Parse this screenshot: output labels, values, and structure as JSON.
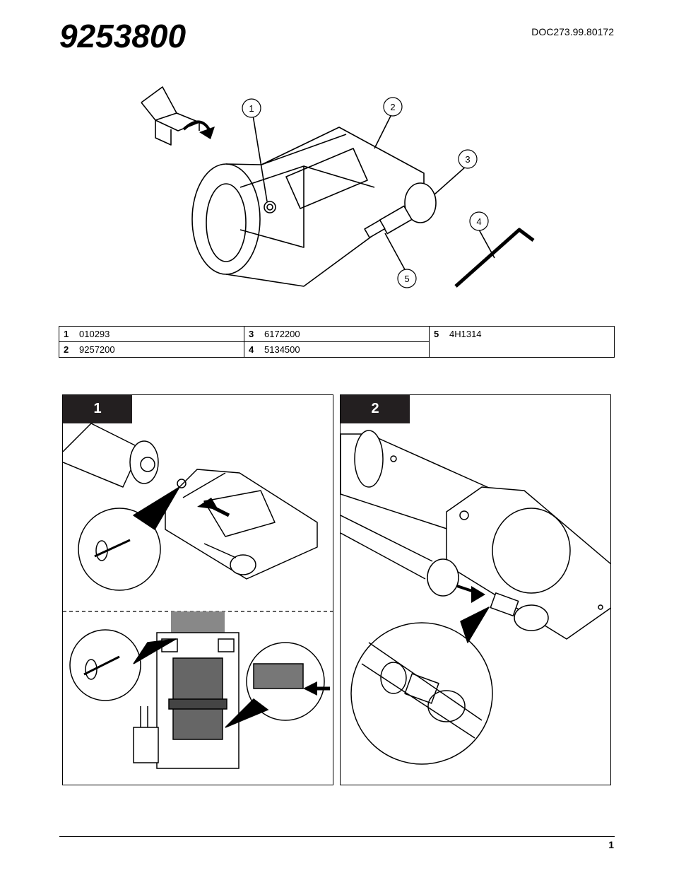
{
  "document": {
    "title": "9253800",
    "doc_number": "DOC273.99.80172",
    "page_number": "1"
  },
  "callouts": [
    "1",
    "2",
    "3",
    "4",
    "5"
  ],
  "parts_table": {
    "rows": [
      [
        {
          "num": "1",
          "part": "010293"
        },
        {
          "num": "3",
          "part": "6172200"
        },
        {
          "num": "5",
          "part": "4H1314"
        }
      ],
      [
        {
          "num": "2",
          "part": "9257200"
        },
        {
          "num": "4",
          "part": "5134500"
        }
      ]
    ]
  },
  "steps": [
    {
      "label": "1"
    },
    {
      "label": "2"
    }
  ]
}
